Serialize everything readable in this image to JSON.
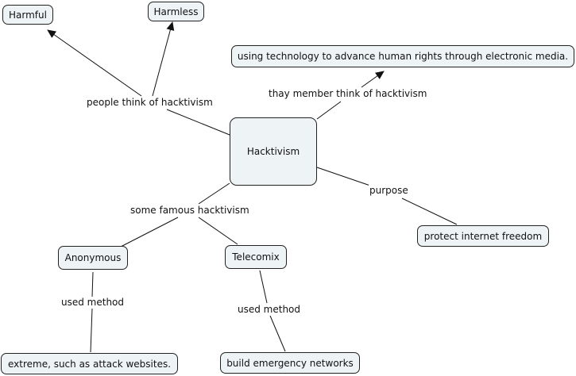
{
  "concept_map": {
    "nodes": {
      "hacktivism": "Hacktivism",
      "harmful": "Harmful",
      "harmless": "Harmless",
      "definition": "using technology to advance human rights through electronic media.",
      "anonymous": "Anonymous",
      "telecomix": "Telecomix",
      "freedom": "protect internet freedom",
      "extreme": "extreme, such as attack websites.",
      "networks": "build emergency networks"
    },
    "links": {
      "people_think": "people think of hacktivism",
      "member_think": "thay member think of  hacktivism",
      "famous": "some famous hacktivism",
      "purpose": "purpose",
      "used_method_anon": "used method",
      "used_method_tele": "used method"
    },
    "colors": {
      "node_fill": "#eef3f5",
      "node_border": "#222222",
      "line": "#111111"
    }
  }
}
